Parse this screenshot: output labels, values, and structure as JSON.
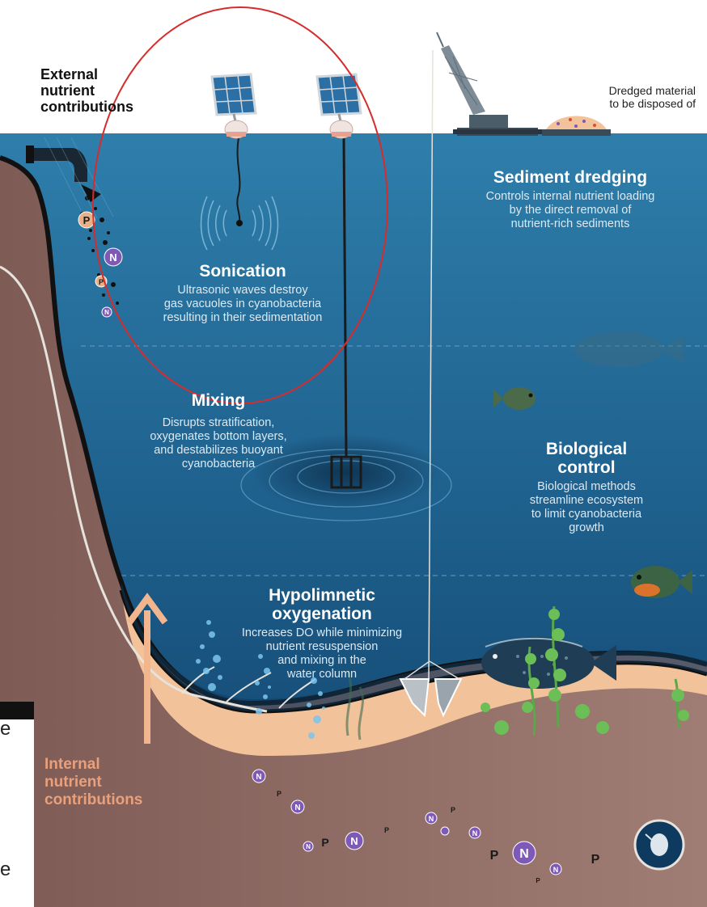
{
  "labels": {
    "external": [
      "External",
      "nutrient",
      "contributions"
    ],
    "dredged": [
      "Dredged material",
      "to be disposed of"
    ],
    "internal": [
      "Internal",
      "nutrient",
      "contributions"
    ],
    "side_fragment_1": "e",
    "side_fragment_2": "e"
  },
  "sections": {
    "dredging": {
      "title": "Sediment dredging",
      "desc": [
        "Controls internal nutrient loading",
        "by the direct removal of",
        "nutrient-rich sediments"
      ]
    },
    "sonication": {
      "title": "Sonication",
      "desc": [
        "Ultrasonic waves destroy",
        "gas vacuoles in cyanobacteria",
        "resulting in their sedimentation"
      ]
    },
    "mixing": {
      "title": "Mixing",
      "desc": [
        "Disrupts stratification,",
        "oxygenates bottom layers,",
        "and destabilizes buoyant",
        "cyanobacteria"
      ]
    },
    "biological": {
      "title": [
        "Biological",
        "control"
      ],
      "desc": [
        "Biological methods",
        "streamline ecosystem",
        "to limit cyanobacteria",
        "growth"
      ]
    },
    "hypolimnetic": {
      "title": [
        "Hypolimnetic",
        "oxygenation"
      ],
      "desc": [
        "Increases DO while minimizing",
        "nutrient resuspension",
        "and mixing in the",
        "water column"
      ]
    }
  },
  "nutrients": {
    "n": "N",
    "p": "P"
  },
  "colors": {
    "water_top": "#2e7eab",
    "water_bottom": "#0f3f67",
    "sediment": "#f2c39a",
    "soil": "#8f6b64",
    "highlight_ellipse": "#d62c2c",
    "nutrient_n": "#7f59b8",
    "nutrient_p": "#e9b088"
  }
}
